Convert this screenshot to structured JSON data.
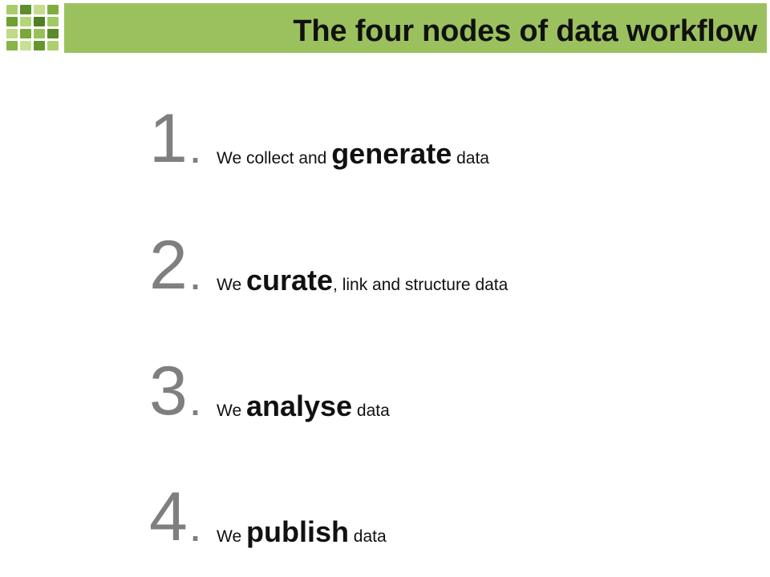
{
  "header": {
    "title": "The four nodes of data workflow",
    "band_color": "#9bc15e"
  },
  "logo": {
    "icon": "green-tile-mosaic-logo"
  },
  "steps": [
    {
      "number": "1",
      "dot": ".",
      "pre": "We collect and ",
      "emph": "generate",
      "post": " data"
    },
    {
      "number": "2",
      "dot": ".",
      "pre": "We ",
      "emph": "curate",
      "post": ", link and structure data"
    },
    {
      "number": "3",
      "dot": ".",
      "pre": "We ",
      "emph": "analyse",
      "post": " data"
    },
    {
      "number": "4",
      "dot": ".",
      "pre": "We ",
      "emph": "publish",
      "post": " data"
    }
  ]
}
